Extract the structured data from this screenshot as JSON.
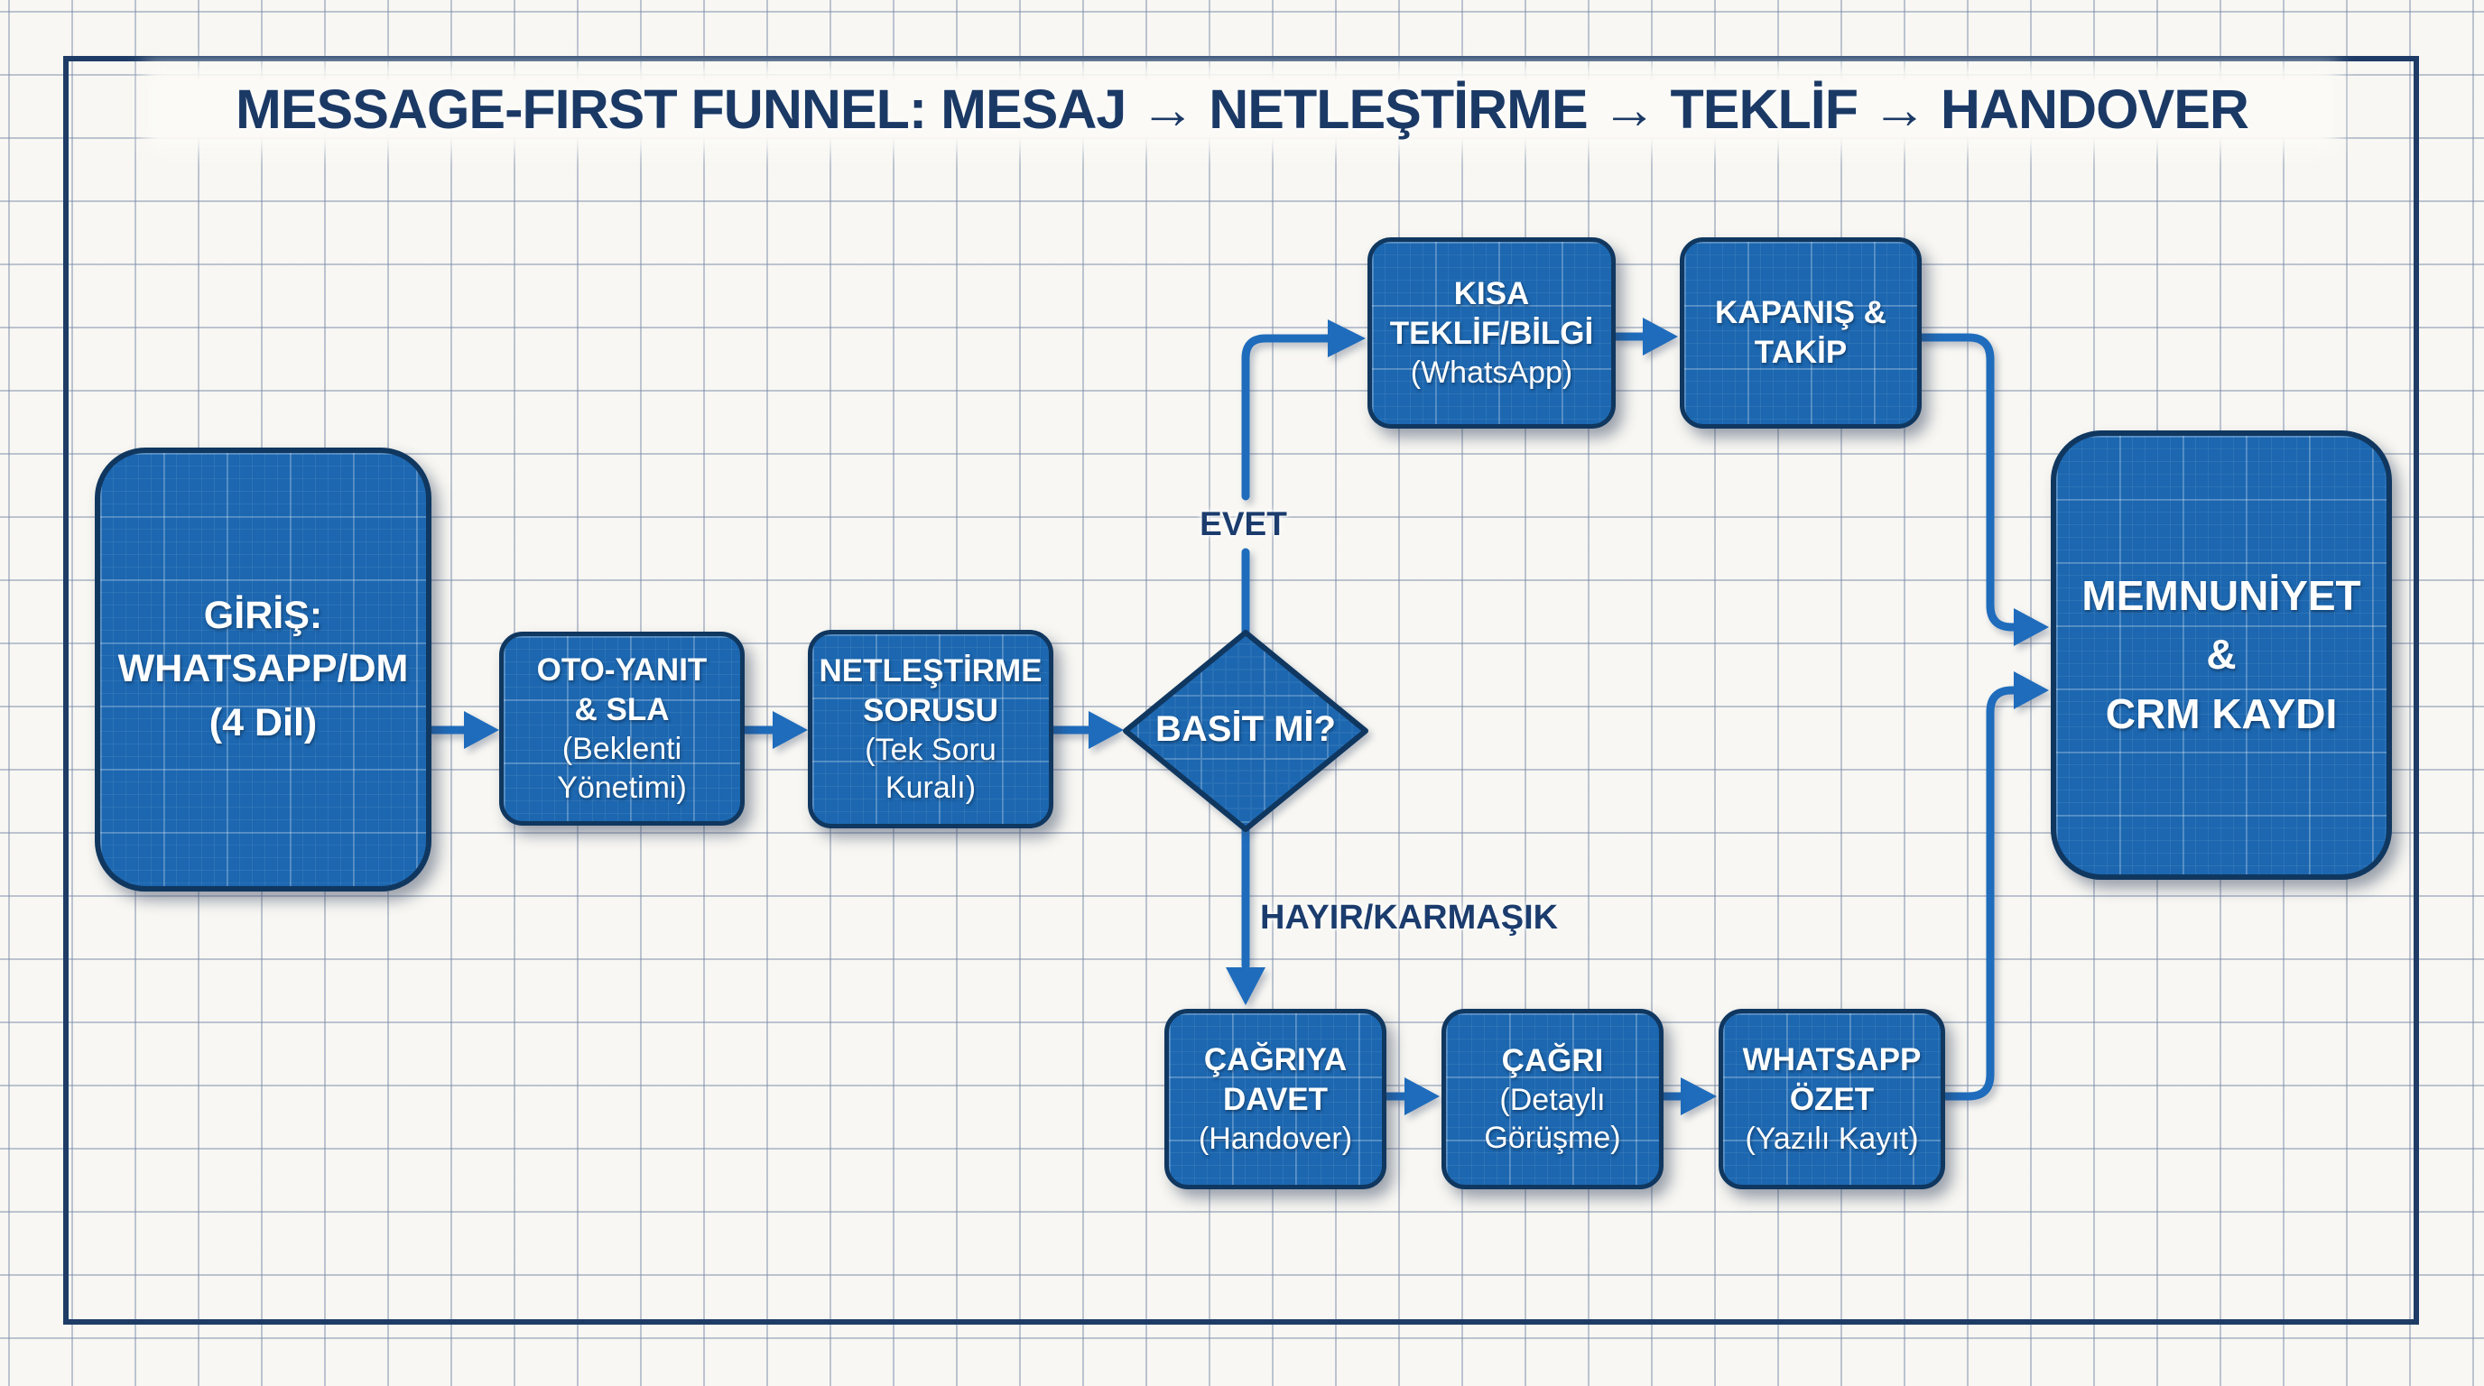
{
  "title": "MESSAGE-FIRST FUNNEL: MESAJ → NETLEŞTİRME → TEKLİF → HANDOVER",
  "nodes": {
    "giris": {
      "t1": "GİRİŞ:",
      "t2": "WHATSAPP/DM",
      "t3": "(4 Dil)"
    },
    "oto": {
      "t1": "OTO-YANIT",
      "t2": "& SLA",
      "s1": "(Beklenti",
      "s2": "Yönetimi)"
    },
    "net": {
      "t1": "NETLEŞTİRME",
      "t2": "SORUSU",
      "s1": "(Tek Soru",
      "s2": "Kuralı)"
    },
    "basit": {
      "t1": "BASİT Mİ?"
    },
    "kisa": {
      "t1": "KISA",
      "t2": "TEKLİF/BİLGİ",
      "s1": "(WhatsApp)"
    },
    "kapanis": {
      "t1": "KAPANIŞ &",
      "t2": "TAKİP"
    },
    "cagriya": {
      "t1": "ÇAĞRIYA",
      "t2": "DAVET",
      "s1": "(Handover)"
    },
    "cagri": {
      "t1": "ÇAĞRI",
      "s1": "(Detaylı",
      "s2": "Görüşme)"
    },
    "ozet": {
      "t1": "WHATSAPP",
      "t2": "ÖZET",
      "s1": "(Yazılı Kayıt)"
    },
    "memnuniyet": {
      "t1": "MEMNUNİYET",
      "t2": "&",
      "t3": "CRM KAYDI"
    }
  },
  "edge_labels": {
    "yes": "EVET",
    "no": "HAYIR/KARMAŞIK"
  },
  "colors": {
    "node_fill": "#1c67b0",
    "node_border": "#10375f",
    "edge": "#1f6cbc",
    "label_text": "#1b3c6d",
    "title_text": "#1b3965",
    "frame": "#1e3c66",
    "background": "#f8f7f3",
    "grid_line": "#aab4c8"
  }
}
